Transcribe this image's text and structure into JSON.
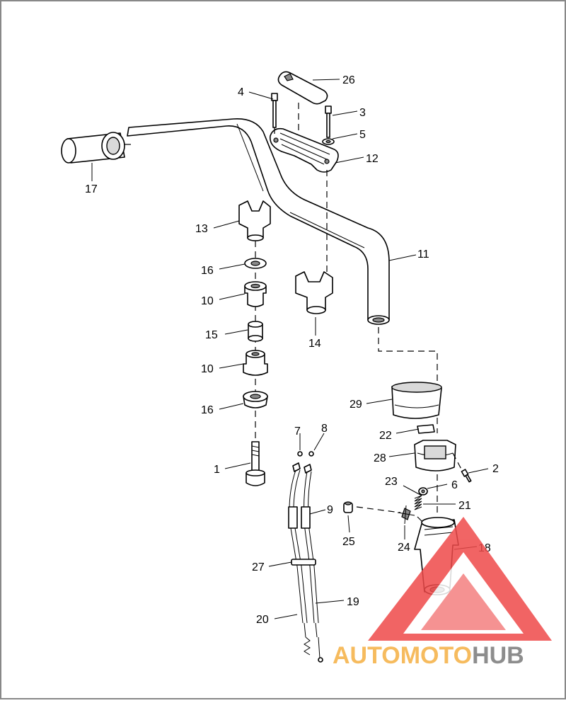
{
  "callouts": {
    "c1": "1",
    "c2": "2",
    "c3": "3",
    "c4": "4",
    "c5": "5",
    "c6": "6",
    "c7": "7",
    "c8": "8",
    "c9": "9",
    "c10a": "10",
    "c10b": "10",
    "c11": "11",
    "c12": "12",
    "c13": "13",
    "c14": "14",
    "c15": "15",
    "c16a": "16",
    "c16b": "16",
    "c17": "17",
    "c18": "18",
    "c19": "19",
    "c20": "20",
    "c21": "21",
    "c22": "22",
    "c23": "23",
    "c24": "24",
    "c25": "25",
    "c26": "26",
    "c27": "27",
    "c28": "28",
    "c29": "29"
  },
  "watermark": {
    "part1": "AUTOMOTO",
    "part2": "HUB",
    "color1": "#f5b043",
    "color2": "#7a7a7a",
    "triangle_color": "#ef4a4a"
  }
}
